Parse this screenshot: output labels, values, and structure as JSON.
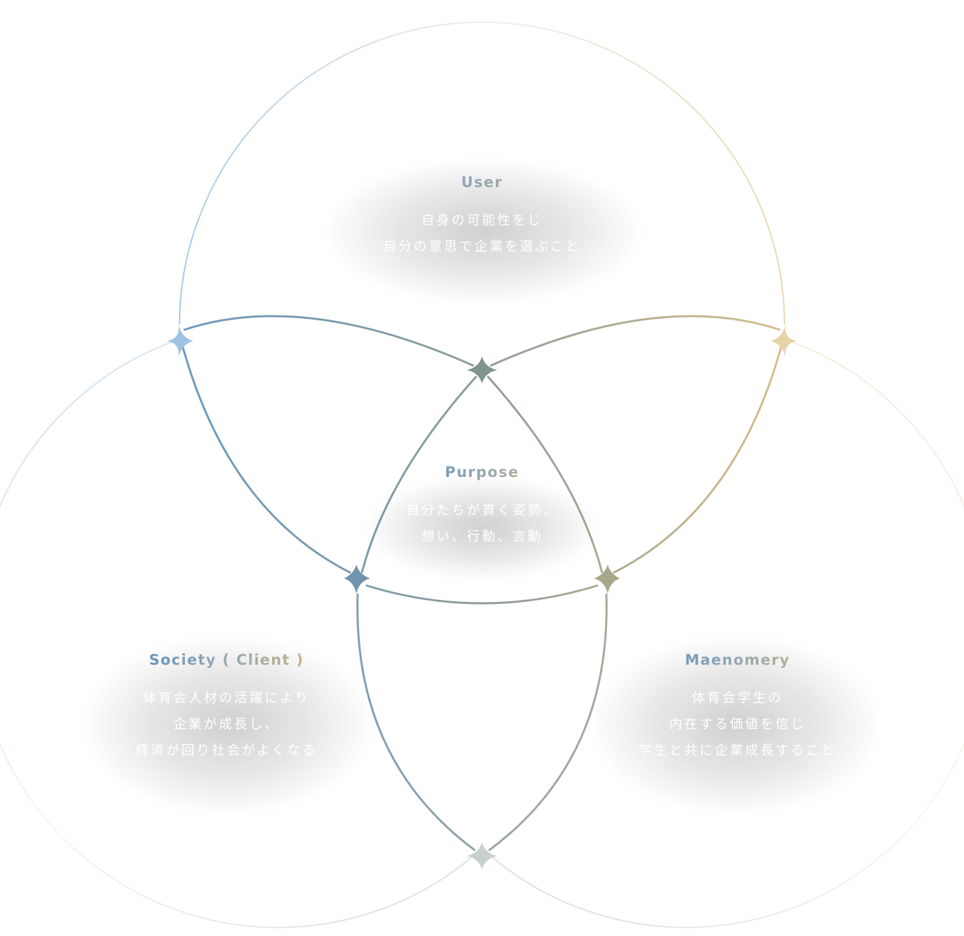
{
  "diagram": {
    "center": {
      "title": "Purpose",
      "lines": [
        "自分たちが貫く姿勢、",
        "想い、行動、言動"
      ]
    },
    "top": {
      "title": "User",
      "lines": [
        "自身の可能性をじ",
        "自分の意思で企業を選ぶこと"
      ]
    },
    "left": {
      "title": "Society ( Client )",
      "lines": [
        "体育会人材の活躍により",
        "企業が成長し、",
        "経済が回り社会がよくなる"
      ]
    },
    "right": {
      "title": "Maenomery",
      "lines": [
        "体育会学生の",
        "内在する価値を信じ",
        "学生と共に企業成長すること"
      ]
    }
  },
  "colors": {
    "blue": "#6f9ec6",
    "sand": "#d9bf8c",
    "gray": "#8c9a98",
    "title_start": "#4a86c0",
    "title_end": "#e2b86e"
  }
}
